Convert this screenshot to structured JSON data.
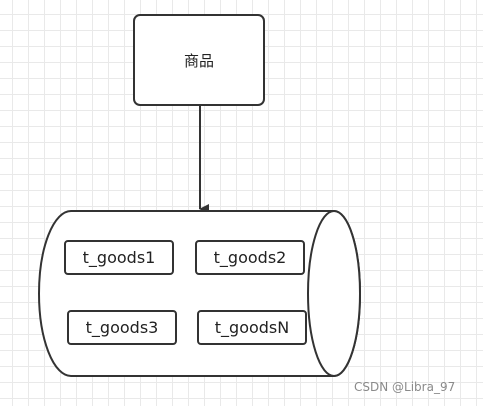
{
  "product_node": {
    "label": "商品"
  },
  "database": {
    "tables": [
      "t_goods1",
      "t_goods2",
      "t_goods3",
      "t_goodsN"
    ]
  },
  "watermark": "CSDN @Libra_97"
}
